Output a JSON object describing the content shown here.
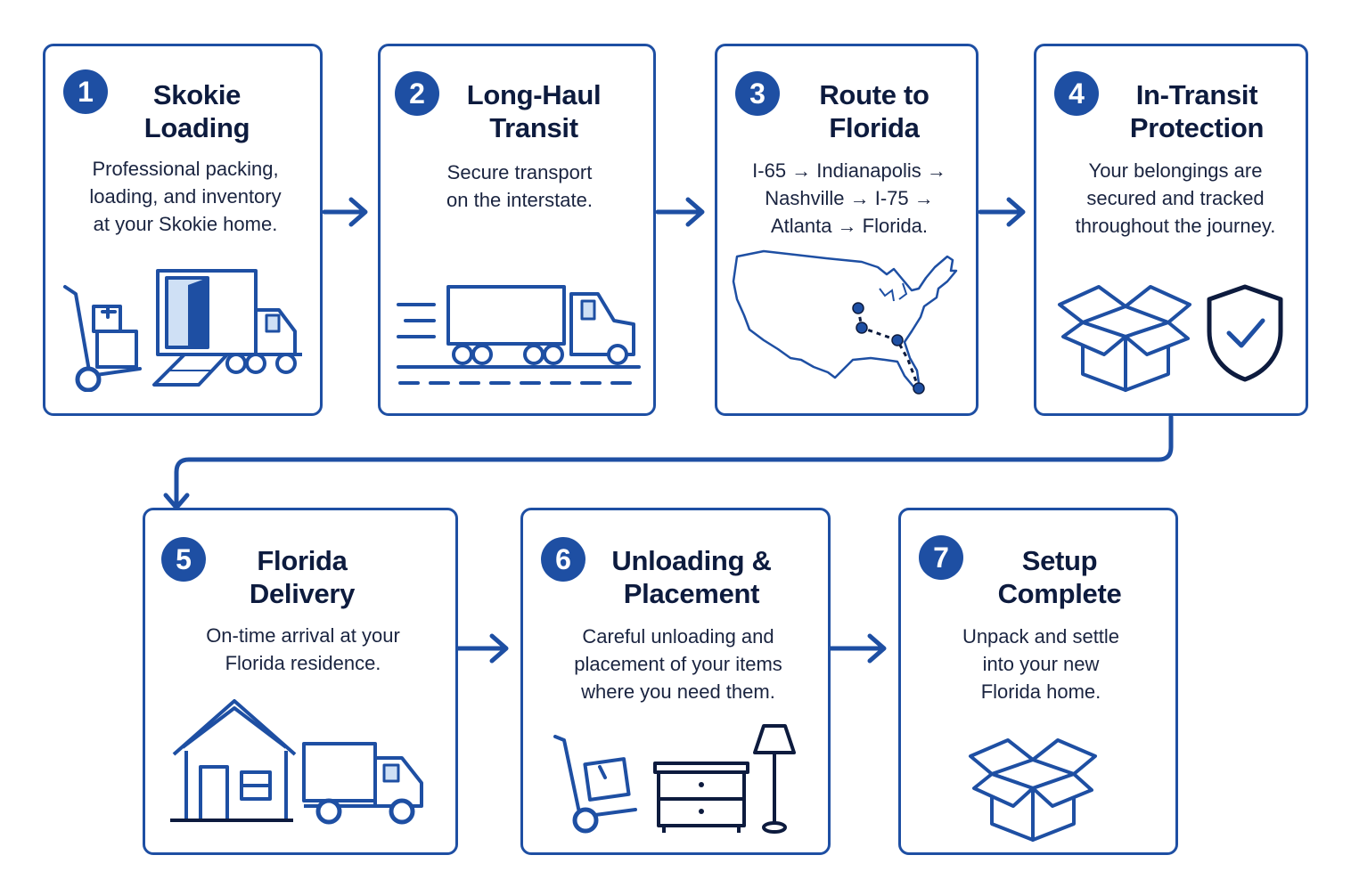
{
  "colors": {
    "accent": "#1e4fa3",
    "accent_light": "#cfe0f5",
    "text": "#0d1b3e"
  },
  "steps": [
    {
      "number": "1",
      "title": [
        "Skokie",
        "Loading"
      ],
      "description": [
        "Professional packing,",
        "loading, and inventory",
        "at your Skokie home."
      ],
      "icons": [
        "hand-truck-icon",
        "moving-truck-icon"
      ]
    },
    {
      "number": "2",
      "title": [
        "Long-Haul",
        "Transit"
      ],
      "description": [
        "Secure transport",
        "on the interstate."
      ],
      "icons": [
        "semi-truck-icon"
      ]
    },
    {
      "number": "3",
      "title": [
        "Route to",
        "Florida"
      ],
      "description": [
        "I-65 → Indianapolis →",
        "Nashville → I-75 →",
        "Atlanta → Florida."
      ],
      "icons": [
        "us-map-icon"
      ]
    },
    {
      "number": "4",
      "title": [
        "In-Transit",
        "Protection"
      ],
      "description": [
        "Your belongings are",
        "secured and tracked",
        "throughout the journey."
      ],
      "icons": [
        "box-icon",
        "shield-check-icon"
      ]
    },
    {
      "number": "5",
      "title": [
        "Florida",
        "Delivery"
      ],
      "description": [
        "On-time arrival at your",
        "Florida residence."
      ],
      "icons": [
        "house-icon",
        "delivery-truck-icon"
      ]
    },
    {
      "number": "6",
      "title": [
        "Unloading &",
        "Placement"
      ],
      "description": [
        "Careful unloading and",
        "placement of your items",
        "where you need them."
      ],
      "icons": [
        "hand-truck-icon",
        "dresser-icon",
        "floor-lamp-icon"
      ]
    },
    {
      "number": "7",
      "title": [
        "Setup",
        "Complete"
      ],
      "description": [
        "Unpack and settle",
        "into your new",
        "Florida home."
      ],
      "icons": [
        "open-box-icon"
      ]
    }
  ]
}
